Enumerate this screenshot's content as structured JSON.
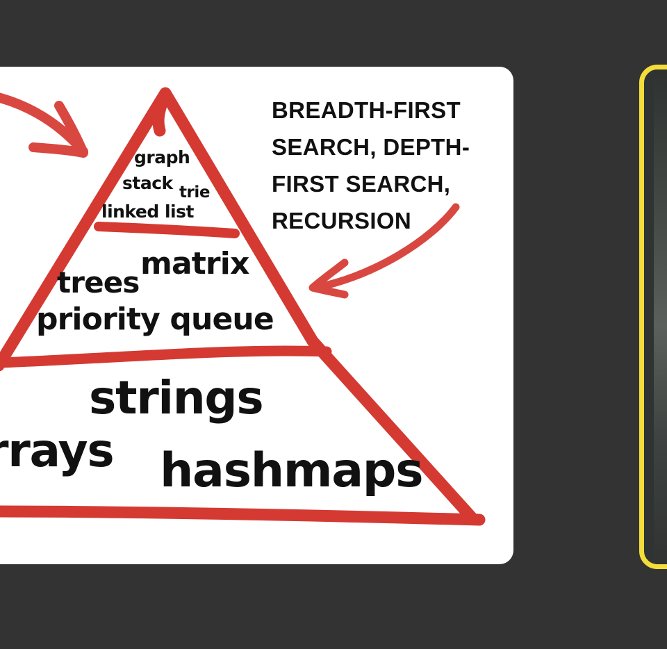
{
  "background_color": "#333333",
  "slide": {
    "background": "#ffffff",
    "stroke_color": "#d43a32",
    "text_color": "#111111"
  },
  "callout": {
    "lines": [
      "BREADTH-FIRST",
      "SEARCH, DEPTH-",
      "FIRST SEARCH,",
      "RECURSION"
    ]
  },
  "pyramid": {
    "top_tier": {
      "words": [
        "graph",
        "stack",
        "trie",
        "linked list"
      ]
    },
    "middle_tier": {
      "words": [
        "matrix",
        "trees",
        "priority queue"
      ]
    },
    "bottom_tier": {
      "words": [
        "strings",
        "rrays",
        "hashmaps"
      ]
    }
  },
  "camera_frame": {
    "border_color": "#f4dc3b"
  }
}
